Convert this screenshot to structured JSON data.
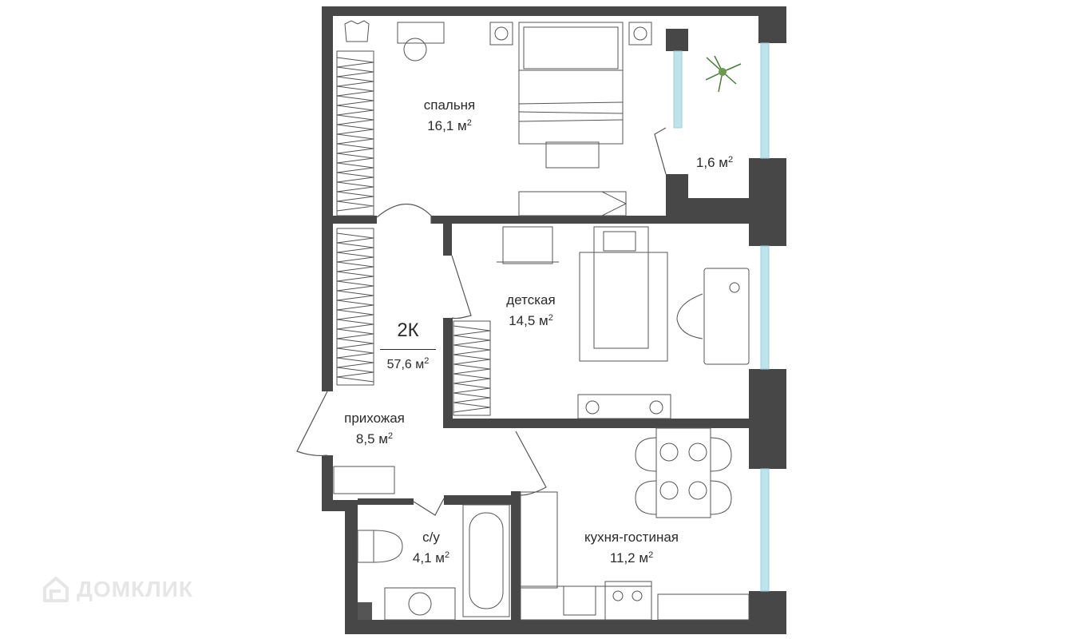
{
  "plan": {
    "type_label": "2К",
    "total_area": "57,6 м",
    "area_unit_sup": "2"
  },
  "rooms": [
    {
      "name": "спальня",
      "area": "16,1 м"
    },
    {
      "name": "",
      "area": "1,6 м"
    },
    {
      "name": "детская",
      "area": "14,5 м"
    },
    {
      "name": "прихожая",
      "area": "8,5 м"
    },
    {
      "name": "с/у",
      "area": "4,1 м"
    },
    {
      "name": "кухня-гостиная",
      "area": "11,2 м"
    }
  ],
  "watermark": {
    "text": "ДОМКЛИК"
  },
  "colors": {
    "wall": "#474747",
    "window": "#bfe3ea",
    "furniture_line": "#555555",
    "label_text": "#2b2b2b",
    "watermark": "#e6e6e6"
  }
}
